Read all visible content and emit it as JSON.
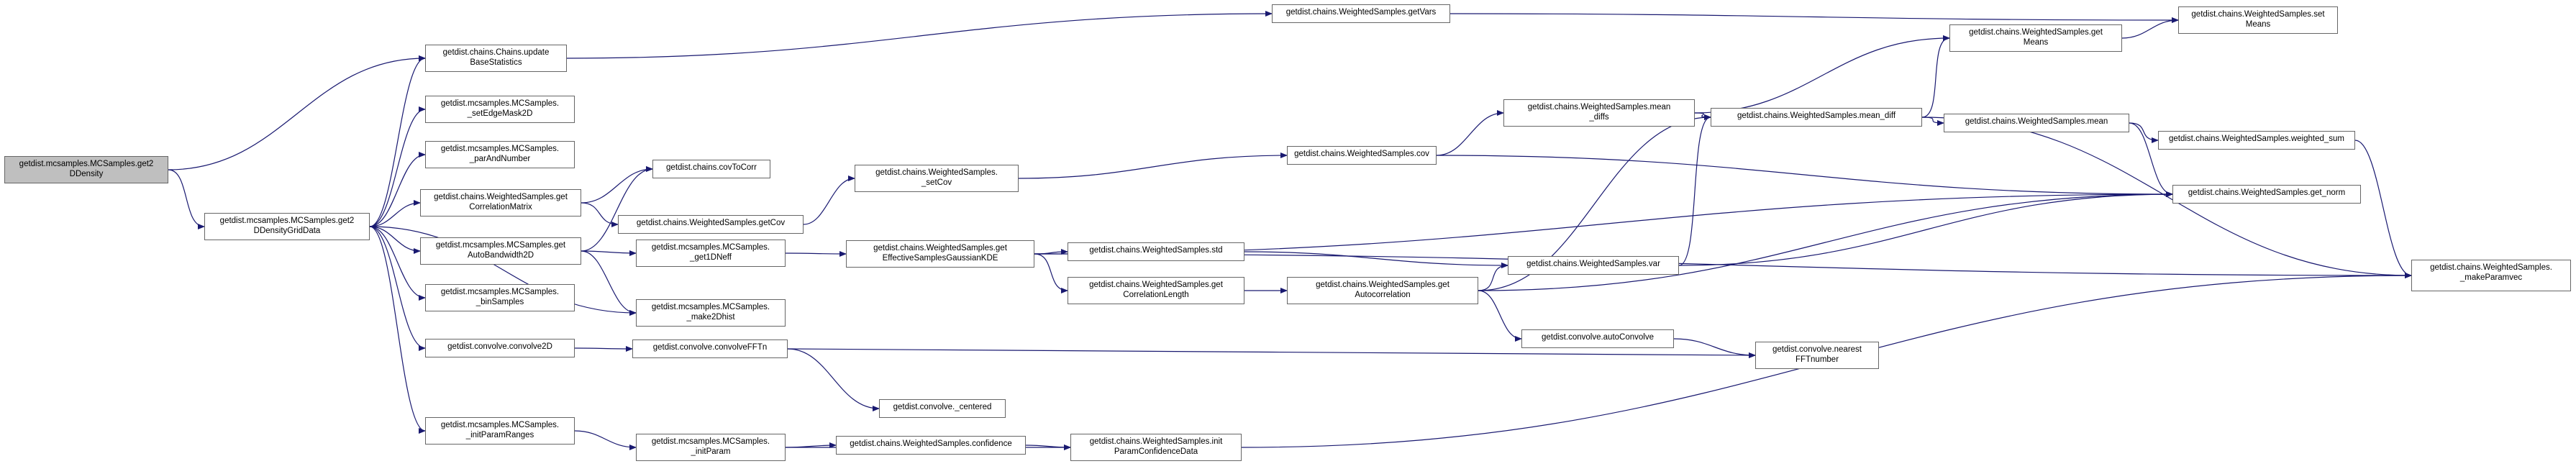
{
  "graph": {
    "highlight": "n1",
    "nodes": [
      {
        "id": "n1",
        "label": "getdist.mcsamples.MCSamples.get2\nDDensity"
      },
      {
        "id": "n2",
        "label": "getdist.mcsamples.MCSamples.get2\nDDensityGridData"
      },
      {
        "id": "n3",
        "label": "getdist.chains.Chains.update\nBaseStatistics"
      },
      {
        "id": "n4",
        "label": "getdist.mcsamples.MCSamples.\n_setEdgeMask2D"
      },
      {
        "id": "n5",
        "label": "getdist.mcsamples.MCSamples.\n_parAndNumber"
      },
      {
        "id": "n6",
        "label": "getdist.chains.WeightedSamples.get\nCorrelationMatrix"
      },
      {
        "id": "n7",
        "label": "getdist.mcsamples.MCSamples.get\nAutoBandwidth2D"
      },
      {
        "id": "n8",
        "label": "getdist.mcsamples.MCSamples.\n_binSamples"
      },
      {
        "id": "n9",
        "label": "getdist.mcsamples.MCSamples.\n_make2Dhist"
      },
      {
        "id": "n10",
        "label": "getdist.convolve.convolve2D"
      },
      {
        "id": "n11",
        "label": "getdist.mcsamples.MCSamples.\n_initParamRanges"
      },
      {
        "id": "n12",
        "label": "getdist.chains.WeightedSamples.getVars"
      },
      {
        "id": "n13",
        "label": "getdist.chains.covToCorr"
      },
      {
        "id": "n14",
        "label": "getdist.chains.WeightedSamples.getCov"
      },
      {
        "id": "n15",
        "label": "getdist.mcsamples.MCSamples.\n_get1DNeff"
      },
      {
        "id": "n16",
        "label": "getdist.convolve.convolveFFTn"
      },
      {
        "id": "n17",
        "label": "getdist.mcsamples.MCSamples.\n_initParam"
      },
      {
        "id": "n18",
        "label": "getdist.chains.WeightedSamples.\n_setCov"
      },
      {
        "id": "n19",
        "label": "getdist.chains.WeightedSamples.get\nEffectiveSamplesGaussianKDE"
      },
      {
        "id": "n20",
        "label": "getdist.convolve._centered"
      },
      {
        "id": "n21",
        "label": "getdist.chains.WeightedSamples.confidence"
      },
      {
        "id": "n22",
        "label": "getdist.chains.WeightedSamples.cov"
      },
      {
        "id": "n23",
        "label": "getdist.chains.WeightedSamples.mean\n_diffs"
      },
      {
        "id": "n24",
        "label": "getdist.chains.WeightedSamples.std"
      },
      {
        "id": "n25",
        "label": "getdist.chains.WeightedSamples.get\nCorrelationLength"
      },
      {
        "id": "n26",
        "label": "getdist.chains.WeightedSamples.init\nParamConfidenceData"
      },
      {
        "id": "n27",
        "label": "getdist.chains.WeightedSamples.get\nAutocorrelation"
      },
      {
        "id": "n28",
        "label": "getdist.chains.WeightedSamples.var"
      },
      {
        "id": "n29",
        "label": "getdist.convolve.autoConvolve"
      },
      {
        "id": "n30",
        "label": "getdist.chains.WeightedSamples.get\nMeans"
      },
      {
        "id": "n31",
        "label": "getdist.chains.WeightedSamples.mean_diff"
      },
      {
        "id": "n32",
        "label": "getdist.convolve.nearest\nFFTnumber"
      },
      {
        "id": "n33",
        "label": "getdist.chains.WeightedSamples.mean"
      },
      {
        "id": "n34",
        "label": "getdist.chains.WeightedSamples.set\nMeans"
      },
      {
        "id": "n35",
        "label": "getdist.chains.WeightedSamples.weighted_sum"
      },
      {
        "id": "n36",
        "label": "getdist.chains.WeightedSamples.get_norm"
      },
      {
        "id": "n37",
        "label": "getdist.chains.WeightedSamples.\n_makeParamvec"
      }
    ],
    "edges": [
      [
        "n1",
        "n3"
      ],
      [
        "n1",
        "n2"
      ],
      [
        "n2",
        "n3"
      ],
      [
        "n2",
        "n4"
      ],
      [
        "n2",
        "n5"
      ],
      [
        "n2",
        "n6"
      ],
      [
        "n2",
        "n7"
      ],
      [
        "n2",
        "n8"
      ],
      [
        "n2",
        "n9"
      ],
      [
        "n2",
        "n10"
      ],
      [
        "n2",
        "n11"
      ],
      [
        "n3",
        "n12"
      ],
      [
        "n12",
        "n34"
      ],
      [
        "n6",
        "n13"
      ],
      [
        "n6",
        "n14"
      ],
      [
        "n7",
        "n13"
      ],
      [
        "n7",
        "n15"
      ],
      [
        "n7",
        "n9"
      ],
      [
        "n15",
        "n19"
      ],
      [
        "n14",
        "n18"
      ],
      [
        "n18",
        "n22"
      ],
      [
        "n22",
        "n23"
      ],
      [
        "n22",
        "n36"
      ],
      [
        "n19",
        "n24"
      ],
      [
        "n19",
        "n25"
      ],
      [
        "n19",
        "n36"
      ],
      [
        "n19",
        "n37"
      ],
      [
        "n24",
        "n28"
      ],
      [
        "n25",
        "n27"
      ],
      [
        "n27",
        "n28"
      ],
      [
        "n27",
        "n29"
      ],
      [
        "n27",
        "n31"
      ],
      [
        "n27",
        "n36"
      ],
      [
        "n28",
        "n31"
      ],
      [
        "n28",
        "n36"
      ],
      [
        "n29",
        "n32"
      ],
      [
        "n10",
        "n16"
      ],
      [
        "n16",
        "n32"
      ],
      [
        "n16",
        "n20"
      ],
      [
        "n11",
        "n17"
      ],
      [
        "n17",
        "n21"
      ],
      [
        "n17",
        "n26"
      ],
      [
        "n21",
        "n26"
      ],
      [
        "n26",
        "n37"
      ],
      [
        "n23",
        "n30"
      ],
      [
        "n23",
        "n31"
      ],
      [
        "n31",
        "n30"
      ],
      [
        "n31",
        "n33"
      ],
      [
        "n31",
        "n37"
      ],
      [
        "n30",
        "n34"
      ],
      [
        "n33",
        "n35"
      ],
      [
        "n33",
        "n36"
      ],
      [
        "n35",
        "n37"
      ]
    ]
  },
  "colors": {
    "edge": "#191970",
    "border": "#666666",
    "highlight_fill": "#bfbfbf"
  }
}
